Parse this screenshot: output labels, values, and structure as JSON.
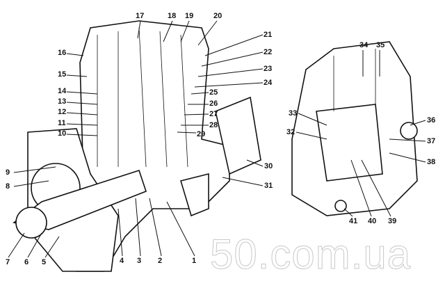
{
  "diagram": {
    "labels": [
      "1",
      "2",
      "3",
      "4",
      "5",
      "6",
      "7",
      "8",
      "9",
      "10",
      "11",
      "12",
      "13",
      "14",
      "15",
      "16",
      "17",
      "18",
      "19",
      "20",
      "21",
      "22",
      "23",
      "24",
      "25",
      "26",
      "27",
      "28",
      "29",
      "30",
      "31",
      "32",
      "33",
      "34",
      "35",
      "36",
      "37",
      "38",
      "39",
      "40",
      "41"
    ]
  },
  "watermark": "50.com.ua"
}
